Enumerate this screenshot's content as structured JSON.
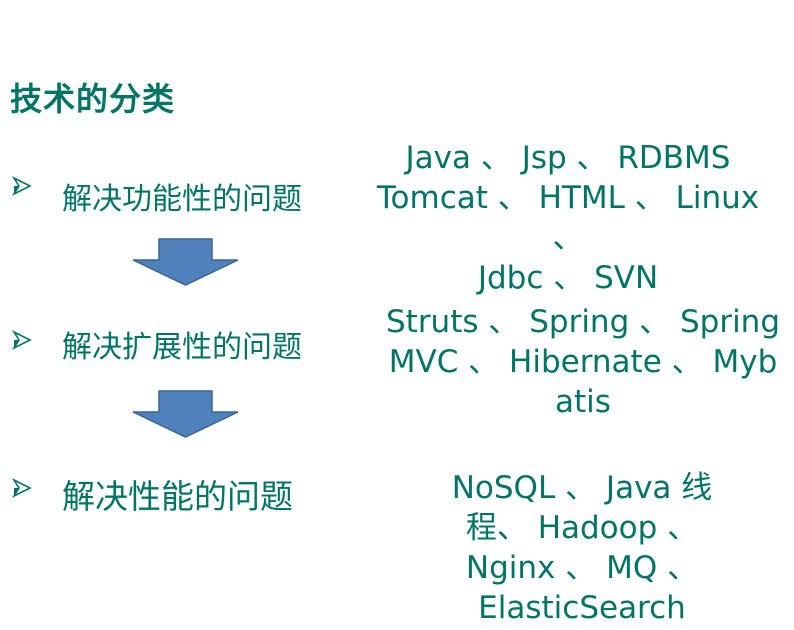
{
  "title": "技术的分类",
  "rows": [
    {
      "problem": "解决功能性的问题",
      "tech_lines": "Java 、 Jsp 、 RDBMS\nTomcat 、 HTML 、 Linux 、\nJdbc 、 SVN"
    },
    {
      "problem": "解决扩展性的问题",
      "tech_lines": "Struts 、 Spring 、 Spring\nMVC 、 Hibernate 、 Myb\natis"
    },
    {
      "problem": "解决性能的问题",
      "tech_lines": "NoSQL 、 Java 线\n程、 Hadoop 、\nNginx 、 MQ 、\nElasticSearch"
    }
  ],
  "colors": {
    "text": "#007566",
    "arrow_fill": "#4f81bd",
    "arrow_stroke": "#3a6493"
  },
  "icons": {
    "bullet": "arrow-bullet-icon",
    "down_arrow": "down-arrow-icon"
  }
}
